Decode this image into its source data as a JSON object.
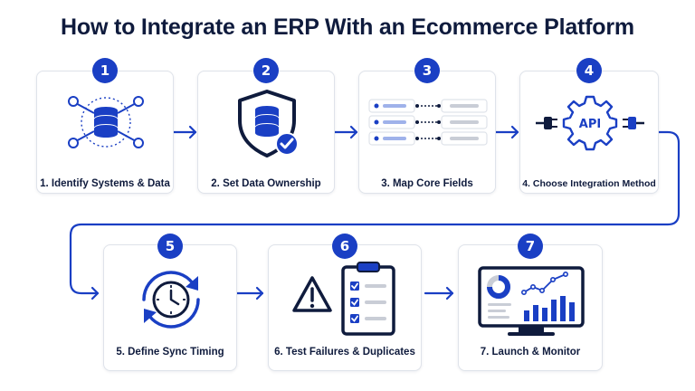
{
  "title": "How to Integrate an ERP With an Ecommerce Platform",
  "steps": [
    {
      "number": "1",
      "label": "1. Identify Systems & Data",
      "icon": "database-network-icon"
    },
    {
      "number": "2",
      "label": "2. Set Data Ownership",
      "icon": "shield-database-icon"
    },
    {
      "number": "3",
      "label": "3. Map Core Fields",
      "icon": "field-mapping-icon"
    },
    {
      "number": "4",
      "label": "4. Choose Integration Method",
      "icon": "api-gear-icon",
      "icon_text": "API"
    },
    {
      "number": "5",
      "label": "5. Define Sync Timing",
      "icon": "clock-sync-icon"
    },
    {
      "number": "6",
      "label": "6. Test Failures & Duplicates",
      "icon": "warning-checklist-icon"
    },
    {
      "number": "7",
      "label": "7. Launch & Monitor",
      "icon": "monitor-dashboard-icon"
    }
  ],
  "colors": {
    "accent": "#1a3fc4",
    "dark": "#0f1b3d",
    "light_blue": "#9fb2ea",
    "gray": "#c9cdd6",
    "border": "#dfe3ea"
  }
}
